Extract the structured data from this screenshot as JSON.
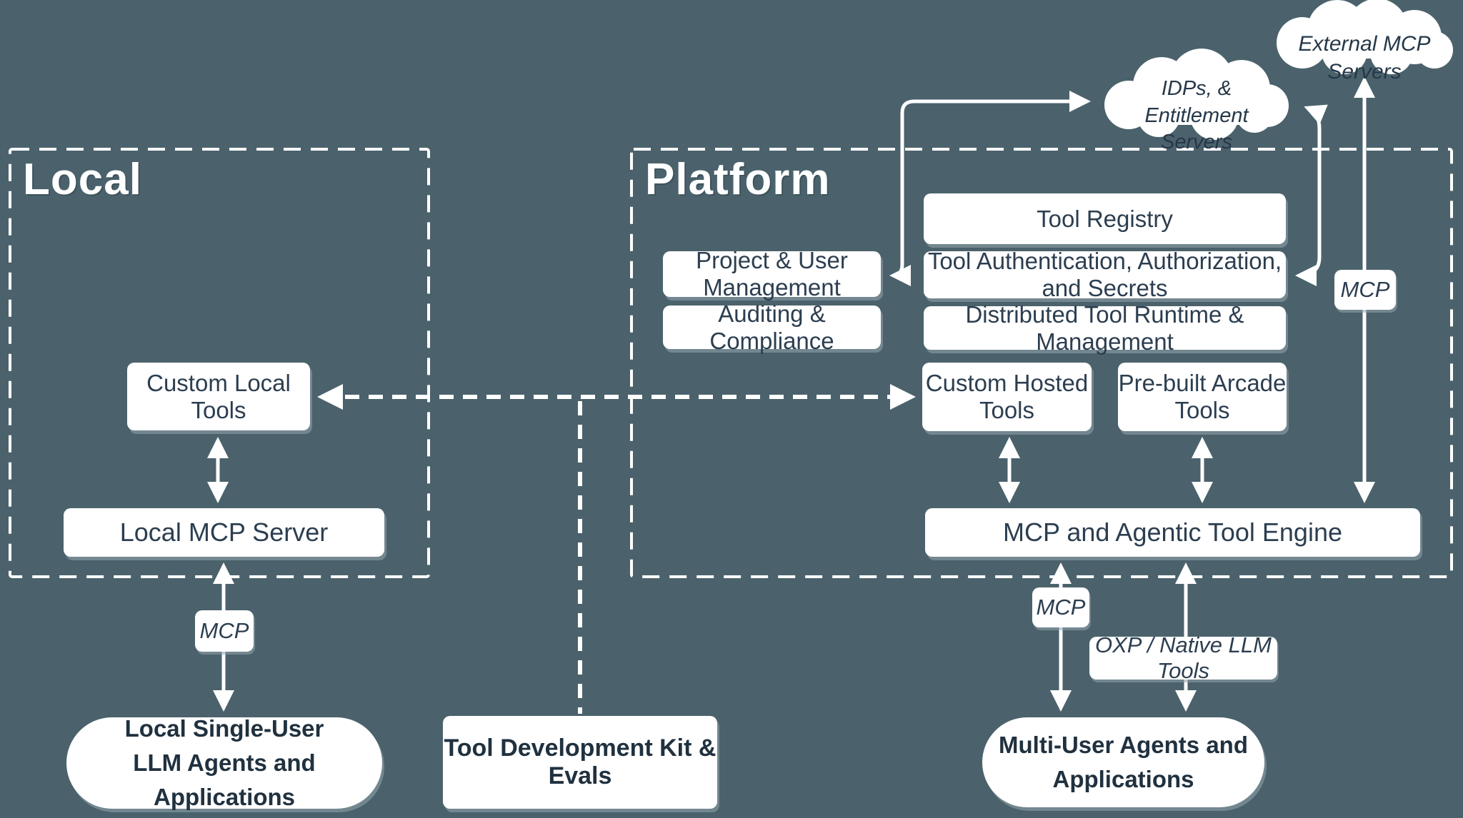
{
  "regions": {
    "local": {
      "title": "Local"
    },
    "platform": {
      "title": "Platform"
    }
  },
  "clouds": {
    "external_mcp_servers": {
      "label": "External MCP Servers"
    },
    "idp_entitlement": {
      "line1": "IDPs, & Entitlement",
      "line2": "Servers"
    }
  },
  "boxes": {
    "tool_registry": "Tool Registry",
    "project_user_management": "Project & User Management",
    "tool_auth": "Tool Authentication, Authorization, and Secrets",
    "auditing_compliance": "Auditing & Compliance",
    "distributed_runtime": "Distributed Tool Runtime & Management",
    "custom_local_tools": "Custom Local Tools",
    "custom_hosted_tools": "Custom Hosted Tools",
    "prebuilt_arcade_tools": "Pre-built Arcade Tools",
    "local_mcp_server": "Local MCP Server",
    "mcp_agentic_engine": "MCP and Agentic Tool Engine",
    "tool_dev_kit": "Tool Development Kit & Evals"
  },
  "pills": {
    "local_single_user": {
      "line1": "Local Single-User",
      "line2": "LLM Agents and Applications"
    },
    "multi_user": {
      "line1": "Multi-User Agents and",
      "line2": "Applications"
    }
  },
  "labels": {
    "mcp_local": "MCP",
    "mcp_platform": "MCP",
    "mcp_external": "MCP",
    "oxp": "OXP / Native LLM Tools"
  },
  "colors": {
    "background": "#4B626C",
    "node_fill": "#FFFFFF",
    "node_text": "#2C3E50",
    "line": "#FFFFFF",
    "shadow": "#96A6AF"
  },
  "connections": [
    {
      "from": "custom_local_tools",
      "to": "local_mcp_server",
      "style": "solid",
      "heads": "both"
    },
    {
      "from": "local_mcp_server",
      "to": "local_single_user",
      "style": "solid",
      "heads": "both",
      "label": "MCP"
    },
    {
      "from": "custom_local_tools",
      "to": "custom_hosted_tools",
      "style": "dashed",
      "heads": "both"
    },
    {
      "from": "dashed_trunk",
      "to": "tool_dev_kit",
      "style": "dashed",
      "heads": "none"
    },
    {
      "from": "custom_hosted_tools",
      "to": "mcp_agentic_engine",
      "style": "solid",
      "heads": "both"
    },
    {
      "from": "prebuilt_arcade_tools",
      "to": "mcp_agentic_engine",
      "style": "solid",
      "heads": "both"
    },
    {
      "from": "mcp_agentic_engine",
      "to": "multi_user",
      "style": "solid",
      "heads": "both",
      "label": "MCP"
    },
    {
      "from": "mcp_agentic_engine",
      "to": "multi_user",
      "style": "solid",
      "heads": "both",
      "label": "OXP / Native LLM Tools"
    },
    {
      "from": "mcp_agentic_engine",
      "to": "external_mcp_servers",
      "style": "solid",
      "heads": "both",
      "label": "MCP"
    },
    {
      "from": "project_user_management",
      "to": "idp_entitlement",
      "style": "solid",
      "heads": "both"
    },
    {
      "from": "tool_auth",
      "to": "idp_entitlement",
      "style": "solid",
      "heads": "both"
    }
  ]
}
